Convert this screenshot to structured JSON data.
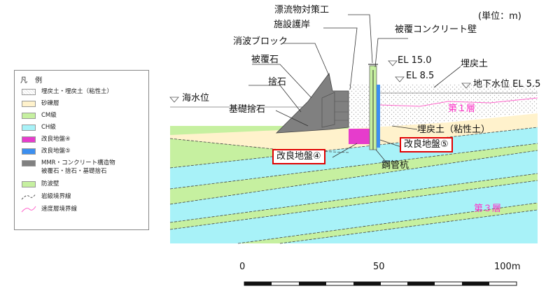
{
  "unit_note": "(単位：m)",
  "labels": {
    "drift_measures": "漂流物対策工",
    "facility_revetment": "施設護岸",
    "wave_block": "消波ブロック",
    "cover_stone": "被覆石",
    "rubble": "捨石",
    "base_rubble": "基礎捨石",
    "sea_level": "海水位",
    "cover_concrete_wall": "被覆コンクリート壁",
    "el_150": "EL 15.0",
    "el_85": "EL 8.5",
    "backfill": "埋戻土",
    "groundwater": "地下水位 EL 5.5",
    "layer1": "第１層",
    "backfill_clay": "埋戻土（粘性土）",
    "improved5": "改良地盤⑤",
    "improved4": "改良地盤④",
    "steel_pipe": "鋼管杭",
    "layer3": "第３層"
  },
  "scale": {
    "ticks": [
      "0",
      "50",
      "100m"
    ]
  },
  "legend": {
    "title": "凡 例",
    "items": [
      {
        "label": "埋戻土・埋戻土（粘性土）",
        "color": "#ffffff",
        "kind": "dots"
      },
      {
        "label": "砂礫層",
        "color": "#fff2cc",
        "kind": "fill"
      },
      {
        "label": "CM級",
        "color": "#c6f0a0",
        "kind": "fill"
      },
      {
        "label": "CH級",
        "color": "#a8f2f8",
        "kind": "fill"
      },
      {
        "label": "改良地盤④",
        "color": "#e63ccc",
        "kind": "fill"
      },
      {
        "label": "改良地盤⑤",
        "color": "#3c8ff0",
        "kind": "fill"
      },
      {
        "label": "MMR・コンクリート構造物",
        "label2": "被覆石・捨石・基礎捨石",
        "color": "#808080",
        "kind": "fill"
      },
      {
        "label": "防波壁",
        "color": "#c6f0a0",
        "kind": "fill"
      },
      {
        "label": "岩級境界線",
        "color": "#555555",
        "kind": "dash"
      },
      {
        "label": "速度層境界線",
        "color": "#ff66cc",
        "kind": "line"
      }
    ]
  },
  "colors": {
    "cm": "#c6f0a0",
    "ch": "#a8f2f8",
    "gravel": "#fff2cc",
    "backfill": "#ffffff",
    "rock_structure": "#808080",
    "improved4": "#e63ccc",
    "improved5": "#3c8ff0",
    "velocity_line": "#ff66cc",
    "box_outline": "#e00000"
  }
}
